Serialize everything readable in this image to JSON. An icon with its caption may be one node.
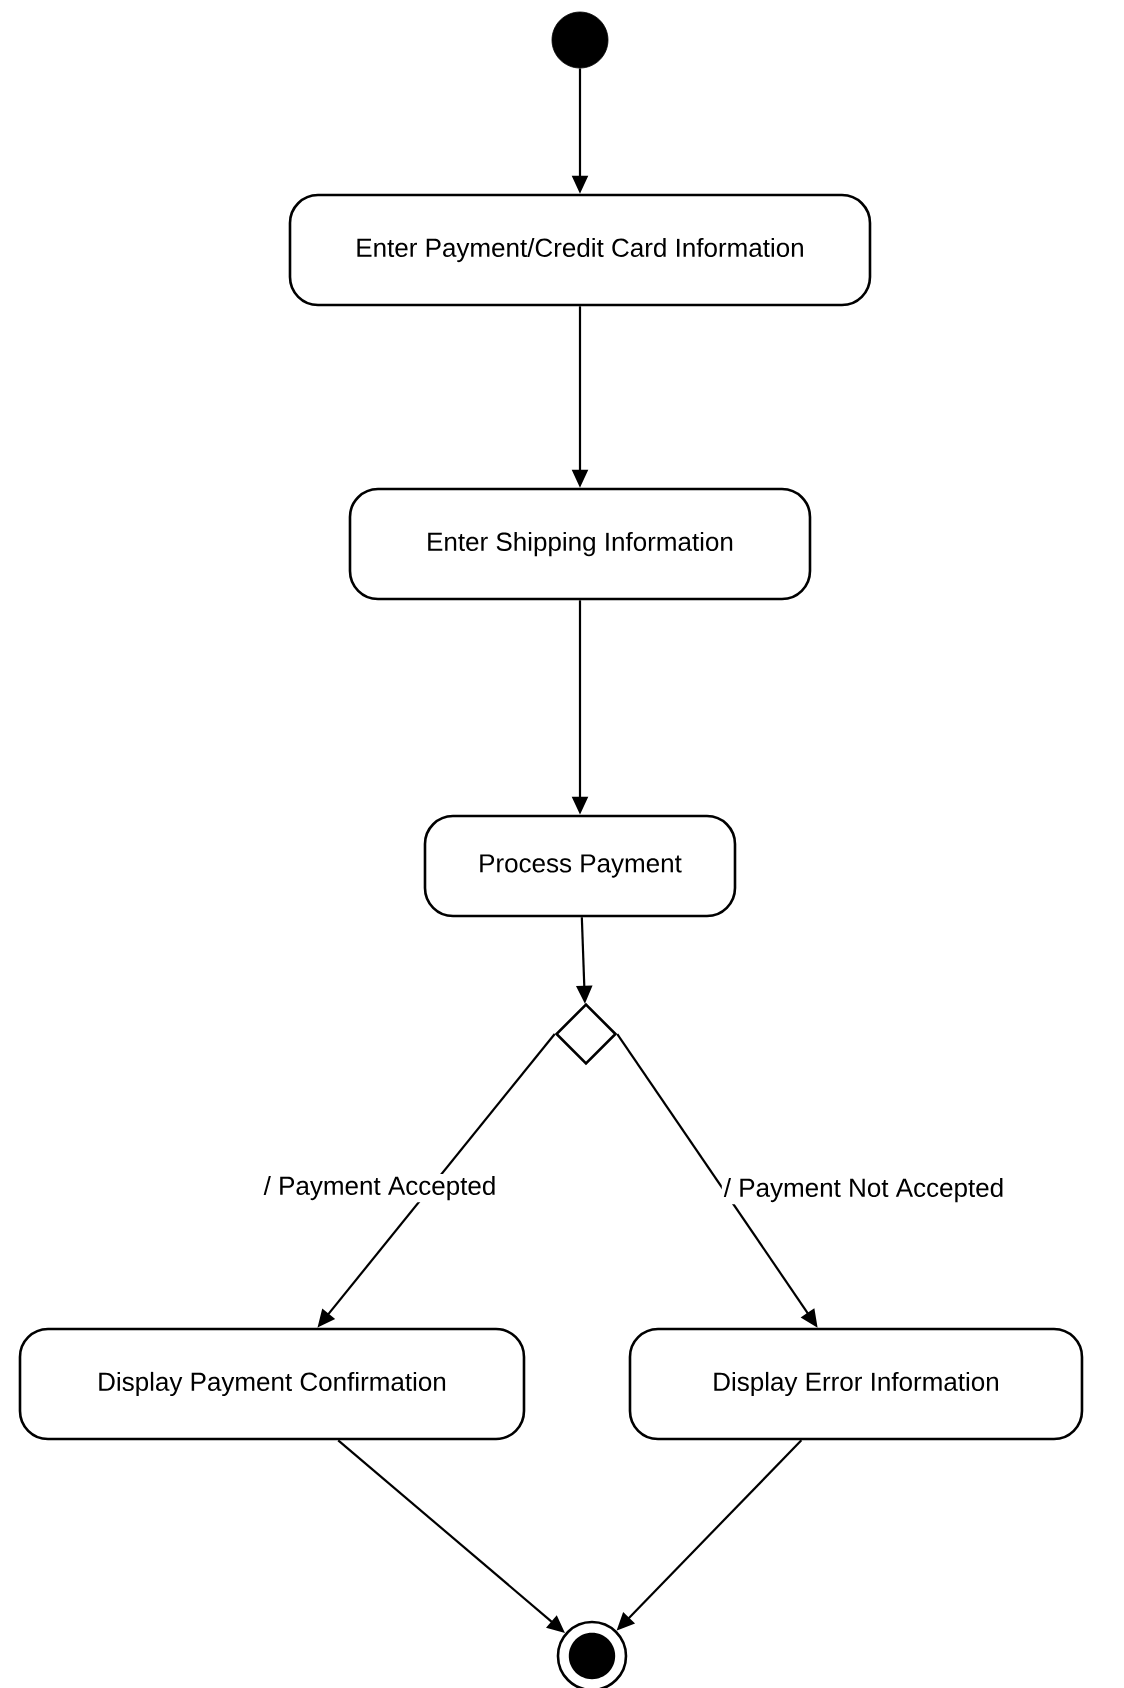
{
  "diagram": {
    "nodes": [
      {
        "text": [],
        "shape": "circle"
      },
      {
        "text": [
          "Enter Payment/Credit Card Information"
        ]
      },
      {
        "text": [
          "Enter Shipping Information"
        ]
      },
      {
        "text": [
          "Process Payment"
        ]
      },
      {
        "text": [],
        "shape": "diamond"
      },
      {
        "text": [
          "Display Payment Confirmation"
        ]
      },
      {
        "text": [
          "Display Error Information"
        ]
      },
      {
        "text": [],
        "shape": "bullseye"
      }
    ],
    "edges": [
      {
        "from": 0,
        "to": 1,
        "arrow": "to"
      },
      {
        "from": 1,
        "to": 2,
        "arrow": "to"
      },
      {
        "from": 2,
        "to": 3,
        "arrow": "to"
      },
      {
        "from": 3,
        "to": 4,
        "arrow": "to"
      },
      {
        "from": 4,
        "to": 5,
        "arrow": "to",
        "label": "/ Payment Accepted"
      },
      {
        "from": 4,
        "to": 6,
        "arrow": "to",
        "label": "/ Payment Not Accepted"
      },
      {
        "from": 5,
        "to": 7,
        "arrow": "to"
      },
      {
        "from": 6,
        "to": 7,
        "arrow": "to"
      }
    ]
  }
}
